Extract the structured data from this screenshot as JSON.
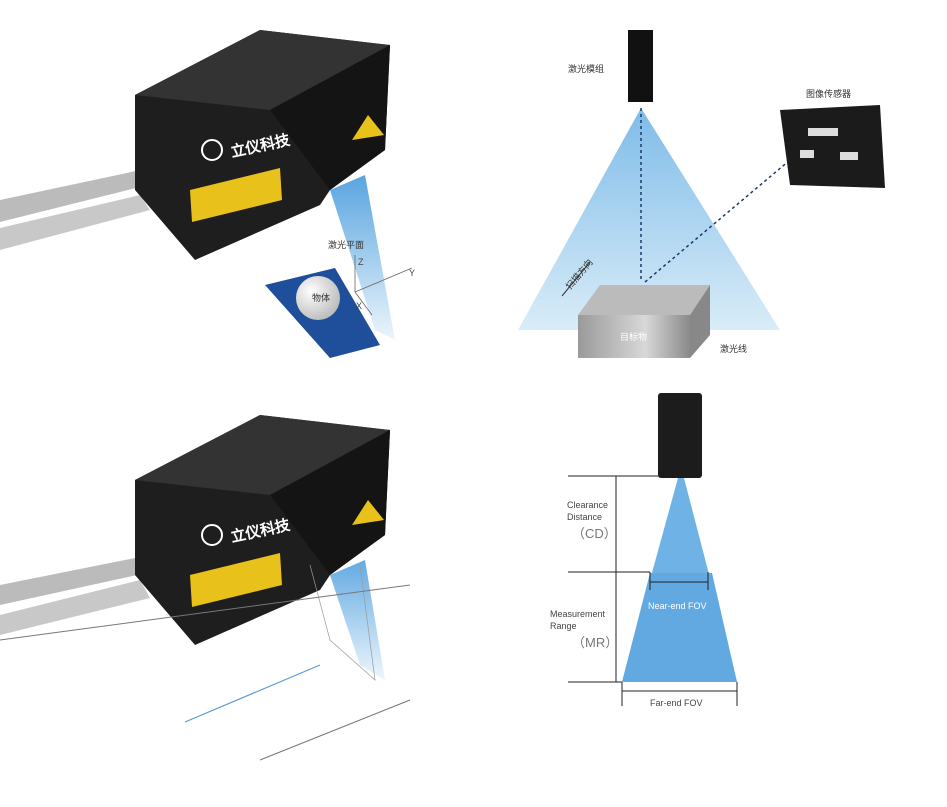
{
  "brand": "立仪科技",
  "top_left": {
    "laser_plane": "激光平面",
    "object": "物体",
    "axis_x": "X",
    "axis_y": "Y",
    "axis_z": "Z"
  },
  "top_right": {
    "laser_module": "激光模组",
    "image_sensor": "图像传感器",
    "scan_direction": "扫描方向",
    "target": "目标物",
    "laser_line": "激光线"
  },
  "bottom_right": {
    "cd_line1": "Clearance",
    "cd_line2": "Distance",
    "cd_abbr": "（CD）",
    "mr_line1": "Measurement",
    "mr_line2": "Range",
    "mr_abbr": "（MR）",
    "near_fov": "Near-end FOV",
    "far_fov": "Far-end FOV"
  },
  "colors": {
    "beam": "#6fb3e6",
    "device": "#1e1e1e",
    "plate": "#1f4f9a",
    "warning": "#e8c21a"
  }
}
